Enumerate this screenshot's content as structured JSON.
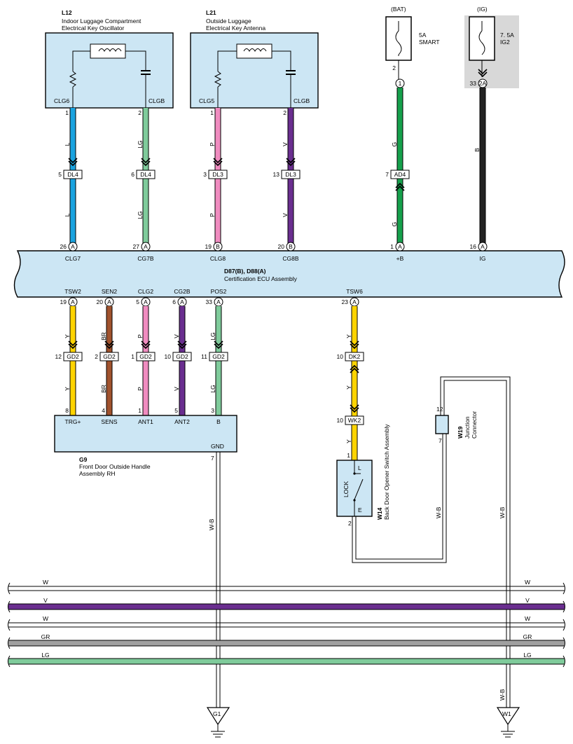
{
  "colors": {
    "L": "#1aa3e0",
    "LG": "#7fcb9b",
    "P": "#f08cc0",
    "V": "#6a2e8f",
    "G": "#16a04c",
    "B": "#222222",
    "Y": "#ffd400",
    "BR": "#a0522d",
    "GR": "#a0a0a0",
    "W": "#ffffff",
    "ecu_fill": "#cce6f4",
    "ig_bg": "#d8d8d8"
  },
  "l12": {
    "code": "L12",
    "name1": "Indoor Luggage Compartment",
    "name2": "Electrical Key Oscillator",
    "pin_left": "CLG6",
    "pin_right": "CLGB"
  },
  "l21": {
    "code": "L21",
    "name1": "Outside Luggage",
    "name2": "Electrical Key Antenna",
    "pin_left": "CLG5",
    "pin_right": "CLGB"
  },
  "fuse_bat": {
    "source": "(BAT)",
    "amp": "5A",
    "name": "SMART"
  },
  "fuse_ig": {
    "source": "(IG)",
    "amp": "7. 5A",
    "name": "IG2"
  },
  "ecu": {
    "name": "D87(B), D88(A)",
    "desc": "Certification ECU Assembly",
    "top_pins": [
      {
        "num": "26",
        "conn": "A",
        "name": "CLG7"
      },
      {
        "num": "27",
        "conn": "A",
        "name": "CG7B"
      },
      {
        "num": "19",
        "conn": "B",
        "name": "CLG8"
      },
      {
        "num": "20",
        "conn": "B",
        "name": "CG8B"
      },
      {
        "num": "1",
        "conn": "A",
        "name": "+B"
      },
      {
        "num": "16",
        "conn": "A",
        "name": "IG"
      }
    ],
    "bottom_pins": [
      {
        "num": "19",
        "conn": "A",
        "name": "TSW2"
      },
      {
        "num": "20",
        "conn": "A",
        "name": "SEN2"
      },
      {
        "num": "5",
        "conn": "A",
        "name": "CLG2"
      },
      {
        "num": "6",
        "conn": "A",
        "name": "CG2B"
      },
      {
        "num": "33",
        "conn": "A",
        "name": "POS2"
      },
      {
        "num": "23",
        "conn": "A",
        "name": "TSW6"
      }
    ]
  },
  "top_wires": [
    {
      "color": "L",
      "pin_top": "1",
      "conn": "DL4",
      "conn_pin": "5"
    },
    {
      "color": "LG",
      "pin_top": "2",
      "conn": "DL4",
      "conn_pin": "6"
    },
    {
      "color": "P",
      "pin_top": "1",
      "conn": "DL3",
      "conn_pin": "3"
    },
    {
      "color": "V",
      "pin_top": "2",
      "conn": "DL3",
      "conn_pin": "13"
    },
    {
      "color": "G",
      "pin_top": "2",
      "top_conn": "1",
      "conn": "AD4",
      "conn_pin": "7"
    },
    {
      "color": "B",
      "pin_top": "33",
      "top_conn": "2A"
    }
  ],
  "bottom_wires": [
    {
      "color": "Y",
      "conn": "GD2",
      "conn_pin": "12",
      "pin_bottom": "8"
    },
    {
      "color": "BR",
      "conn": "GD2",
      "conn_pin": "2",
      "pin_bottom": "4"
    },
    {
      "color": "P",
      "conn": "GD2",
      "conn_pin": "1",
      "pin_bottom": "1"
    },
    {
      "color": "V",
      "conn": "GD2",
      "conn_pin": "10",
      "pin_bottom": "5"
    },
    {
      "color": "LG",
      "conn": "GD2",
      "conn_pin": "11",
      "pin_bottom": "3"
    },
    {
      "color": "Y",
      "conn": "DK2",
      "conn_pin": "10",
      "conn2": "WK2",
      "conn2_pin": "10",
      "pin_bottom": "1"
    }
  ],
  "g9": {
    "code": "G9",
    "name1": "Front Door Outside Handle",
    "name2": "Assembly RH",
    "pins": [
      "TRG+",
      "SENS",
      "ANT1",
      "ANT2",
      "B"
    ],
    "gnd_label": "GND",
    "gnd_pin": "7"
  },
  "w14": {
    "code": "W14",
    "name1": "Back Door Opener Switch Assembly",
    "switch_label": "LOCK",
    "term_top": "L",
    "term_bottom": "E",
    "pin_bottom": "2"
  },
  "w19": {
    "code": "W19",
    "name1": "Junction",
    "name2": "Connector",
    "pin_top": "12",
    "pin_bottom": "7"
  },
  "wire_wb": "W-B",
  "grounds": [
    "G1",
    "W1"
  ],
  "harness": [
    {
      "color": "W",
      "label": "W"
    },
    {
      "color": "V",
      "label": "V"
    },
    {
      "color": "W",
      "label": "W"
    },
    {
      "color": "GR",
      "label": "GR"
    },
    {
      "color": "LG",
      "label": "LG"
    }
  ]
}
